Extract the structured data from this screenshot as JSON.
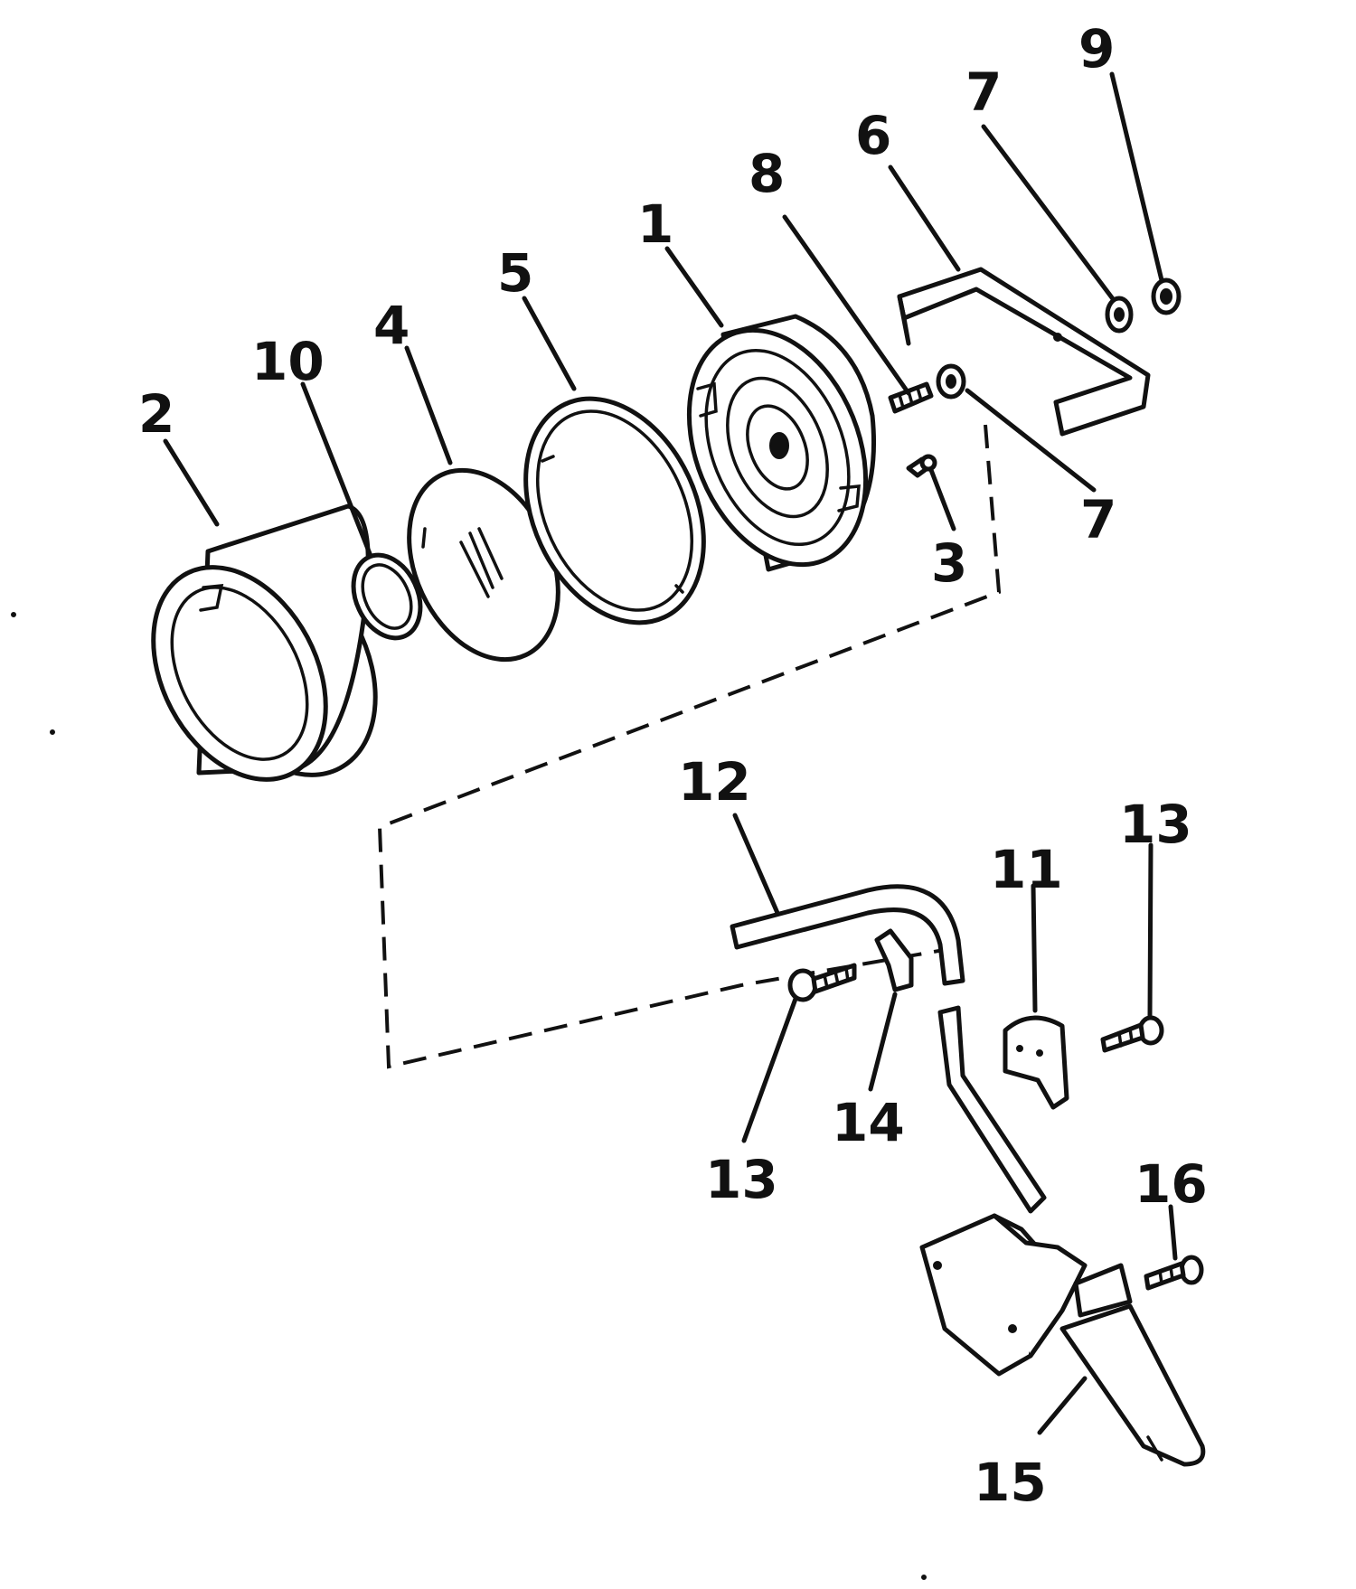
{
  "diagram": {
    "callouts": [
      {
        "id": "c2",
        "text": "2"
      },
      {
        "id": "c10",
        "text": "10"
      },
      {
        "id": "c4",
        "text": "4"
      },
      {
        "id": "c5",
        "text": "5"
      },
      {
        "id": "c1",
        "text": "1"
      },
      {
        "id": "c8",
        "text": "8"
      },
      {
        "id": "c6",
        "text": "6"
      },
      {
        "id": "c7a",
        "text": "7"
      },
      {
        "id": "c9",
        "text": "9"
      },
      {
        "id": "c7b",
        "text": "7"
      },
      {
        "id": "c3",
        "text": "3"
      },
      {
        "id": "c12",
        "text": "12"
      },
      {
        "id": "c11",
        "text": "11"
      },
      {
        "id": "c13a",
        "text": "13"
      },
      {
        "id": "c13b",
        "text": "13"
      },
      {
        "id": "c14",
        "text": "14"
      },
      {
        "id": "c16",
        "text": "16"
      },
      {
        "id": "c15",
        "text": "15"
      }
    ]
  }
}
